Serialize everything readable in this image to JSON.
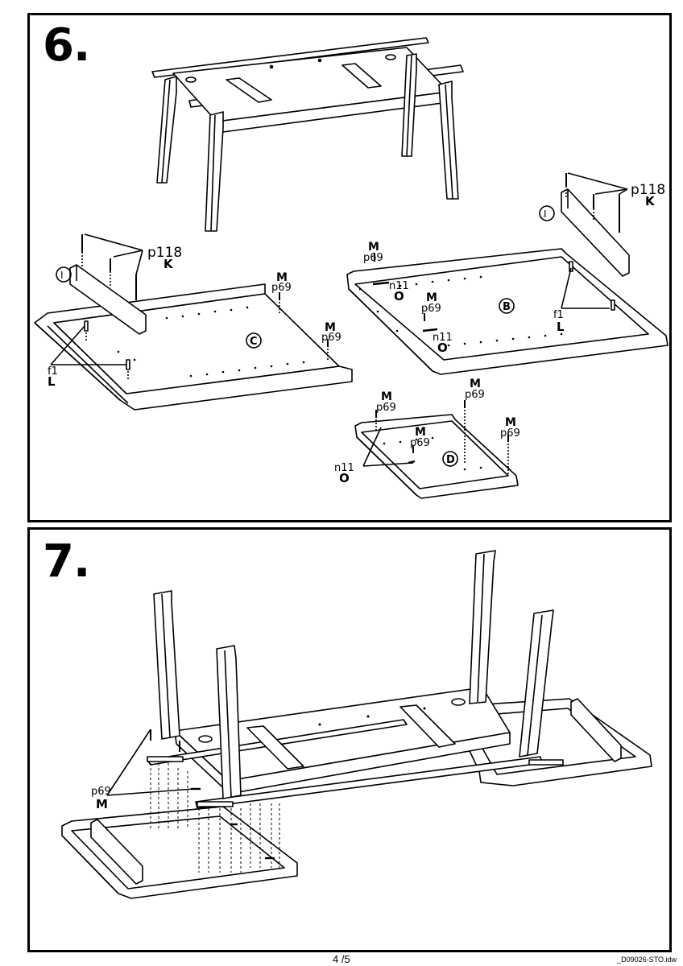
{
  "steps": [
    {
      "number": "6."
    },
    {
      "number": "7."
    }
  ],
  "labels": {
    "letter_M": "M",
    "letter_K": "K",
    "letter_L": "L",
    "letter_O": "O",
    "letter_I": "I",
    "part_p118": "p118",
    "part_p69": "p69",
    "part_n11": "n11",
    "part_f1": "f1",
    "panel_C": "C",
    "panel_B": "B",
    "panel_D": "D"
  },
  "footer": {
    "page": "4 /5",
    "file": "_D09026-STO.idw"
  }
}
